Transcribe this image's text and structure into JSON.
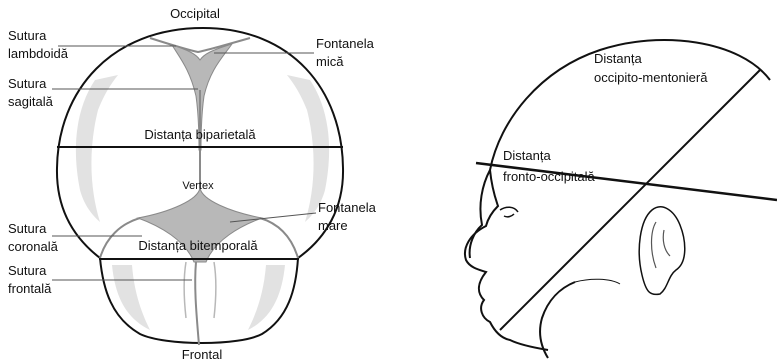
{
  "skull_top_view": {
    "label_occipital": "Occipital",
    "label_frontal": "Frontal",
    "label_vertex": "Vertex",
    "sutura_lambdoida": [
      "Sutura",
      "lambdoidă"
    ],
    "sutura_sagitala": [
      "Sutura",
      "sagitală"
    ],
    "sutura_coronala": [
      "Sutura",
      "coronală"
    ],
    "sutura_frontala": [
      "Sutura",
      "frontală"
    ],
    "fontanela_mica": [
      "Fontanela",
      "mică"
    ],
    "fontanela_mare": [
      "Fontanela",
      "mare"
    ],
    "distanta_biparietala": "Distanța biparietală",
    "distanta_bitemporala": "Distanța bitemporală"
  },
  "head_side_view": {
    "distanta_occipito_mentoniera": [
      "Distanța",
      "occipito-mentonieră"
    ],
    "distanta_fronto_occipitala": [
      "Distanța",
      "fronto-occipitală"
    ]
  },
  "colors": {
    "outline": "#111111",
    "suture_fill": "#b8b8b8",
    "bone_shade": "#e2e2e2",
    "leader_line": "#555555"
  }
}
